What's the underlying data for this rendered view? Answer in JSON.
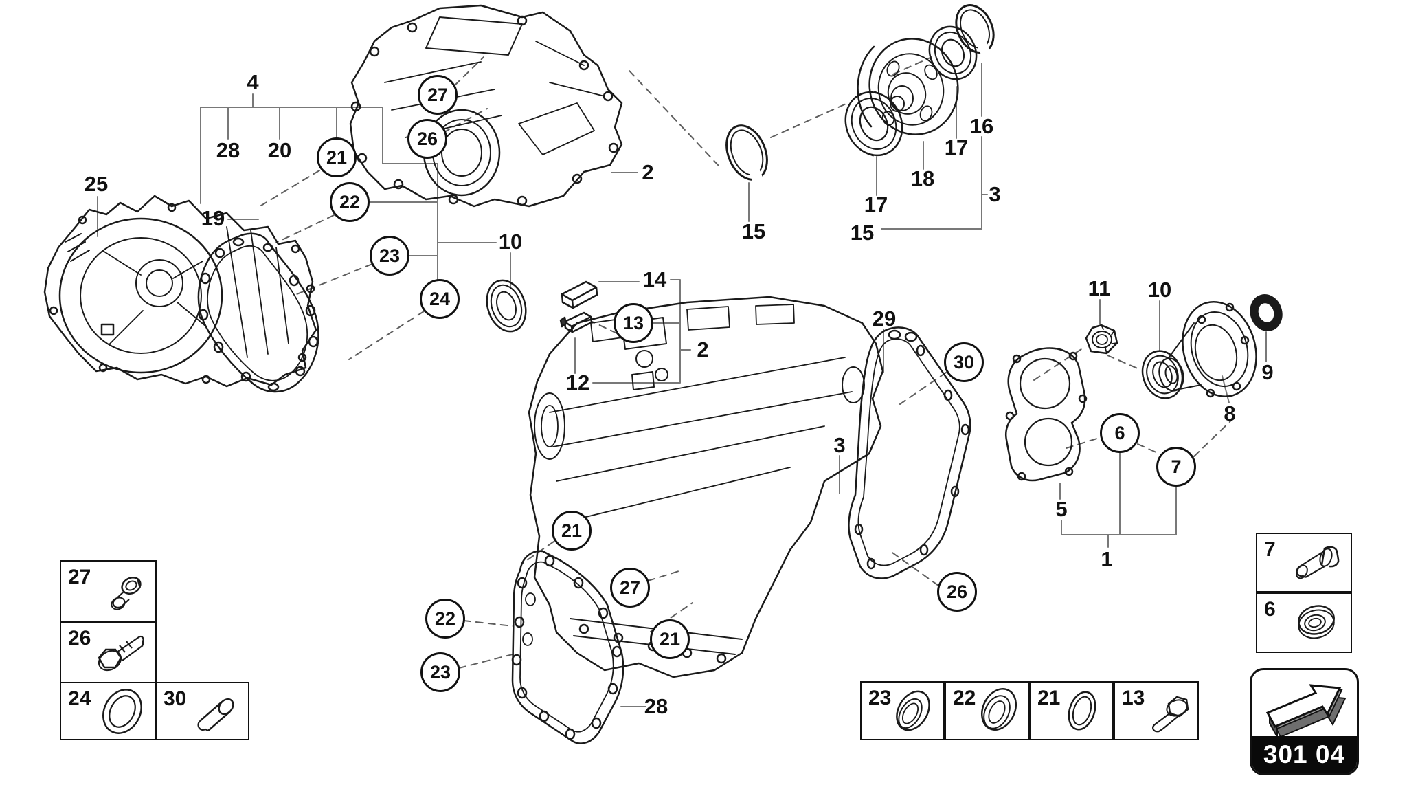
{
  "page": {
    "type": "exploded-parts-diagram",
    "section_code": "301 04"
  },
  "callouts": {
    "n1": "1",
    "n2a": "2",
    "n2b": "2",
    "n3a": "3",
    "n3b": "3",
    "n4": "4",
    "n5": "5",
    "n8": "8",
    "n9": "9",
    "n10a": "10",
    "n10b": "10",
    "n11": "11",
    "n12": "12",
    "n14": "14",
    "n15a": "15",
    "n15b": "15",
    "n16": "16",
    "n17a": "17",
    "n17b": "17",
    "n18": "18",
    "n19": "19",
    "n20": "20",
    "n25": "25",
    "n28a": "28",
    "n28b": "28",
    "n29": "29",
    "c6": "6",
    "c7": "7",
    "c13": "13",
    "c21a": "21",
    "c21b": "21",
    "c21c": "21",
    "c22a": "22",
    "c22b": "22",
    "c23a": "23",
    "c23b": "23",
    "c24": "24",
    "c26a": "26",
    "c26b": "26",
    "c27a": "27",
    "c27b": "27",
    "c30": "30"
  },
  "tables": {
    "left": {
      "cells": [
        {
          "label": "27",
          "icon": "sleeve-bushing-icon"
        },
        {
          "label": "26",
          "icon": "flange-bolt-icon"
        },
        {
          "label": "24",
          "icon": "o-ring-icon"
        },
        {
          "label": "30",
          "icon": "dowel-pin-icon"
        }
      ]
    },
    "bottom": {
      "cells": [
        {
          "label": "23",
          "icon": "shaft-seal-icon"
        },
        {
          "label": "22",
          "icon": "shaft-seal-icon"
        },
        {
          "label": "21",
          "icon": "o-ring-icon"
        },
        {
          "label": "13",
          "icon": "flange-bolt-icon"
        }
      ]
    },
    "right": {
      "cells": [
        {
          "label": "7",
          "icon": "spacer-sleeve-icon"
        },
        {
          "label": "6",
          "icon": "grooved-seal-ring-icon"
        }
      ]
    }
  },
  "badge": {
    "code": "301 04",
    "icon": "nav-arrow-icon"
  },
  "parts": {
    "p25": "front-clutch-housing",
    "p19": "clutch-housing-gasket",
    "p2": "intermediate-housing",
    "p3": "main-gearbox-housing",
    "p29": "main-housing-gasket",
    "p28": "side-cover-gasket",
    "p5": "output-cover-gasket",
    "p15": "snap-ring",
    "p16": "snap-ring",
    "p17": "bearing",
    "p18": "differential-drum",
    "p10": "oil-seal",
    "p11": "hex-nut",
    "p8": "output-flange",
    "p9": "shaft-seal",
    "p14": "magnet-block",
    "p12": "breather-block"
  }
}
